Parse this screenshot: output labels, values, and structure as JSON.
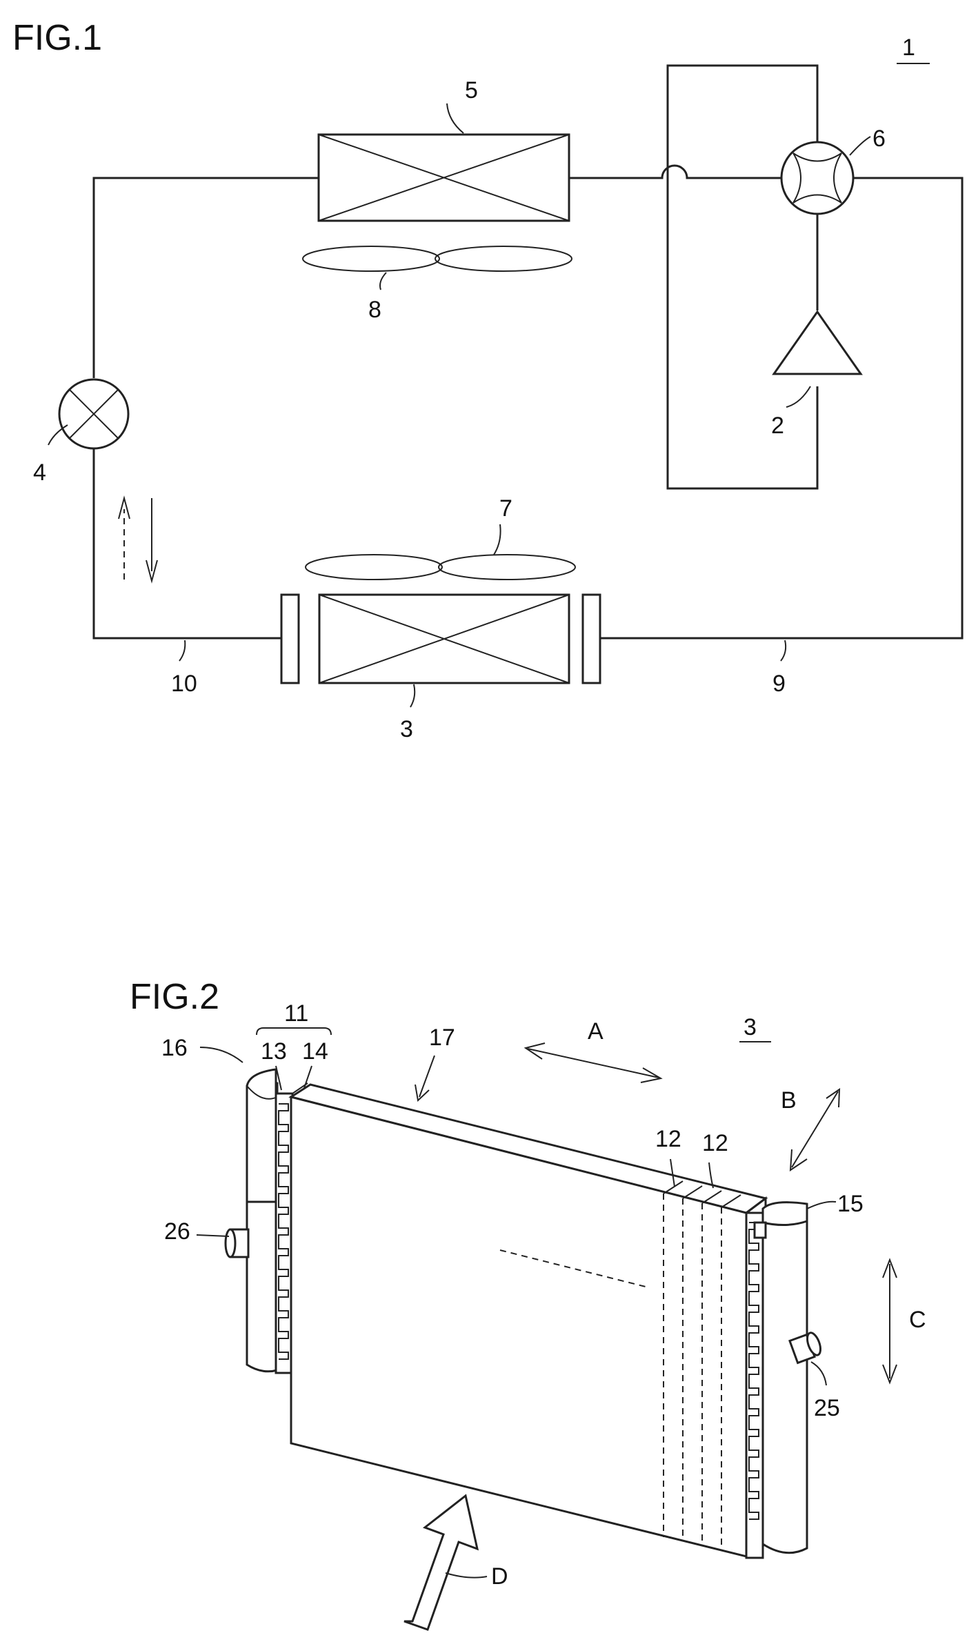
{
  "fig1": {
    "title": "FIG.1",
    "ref_system": "1",
    "labels": {
      "outdoor_hx": "5",
      "four_way_valve": "6",
      "outdoor_fan": "8",
      "compressor": "2",
      "expansion_valve": "4",
      "indoor_fan": "7",
      "pipe_left": "10",
      "pipe_right": "9",
      "indoor_hx": "3"
    }
  },
  "fig2": {
    "title": "FIG.2",
    "ref_hx": "3",
    "labels": {
      "header_group": "11",
      "header_a": "13",
      "header_b": "14",
      "header_left": "16",
      "fin_region": "17",
      "dir_a": "A",
      "dir_b": "B",
      "dir_c": "C",
      "dir_d": "D",
      "tube_1": "12",
      "tube_2": "12",
      "header_right": "15",
      "port_left": "26",
      "port_right": "25"
    }
  }
}
